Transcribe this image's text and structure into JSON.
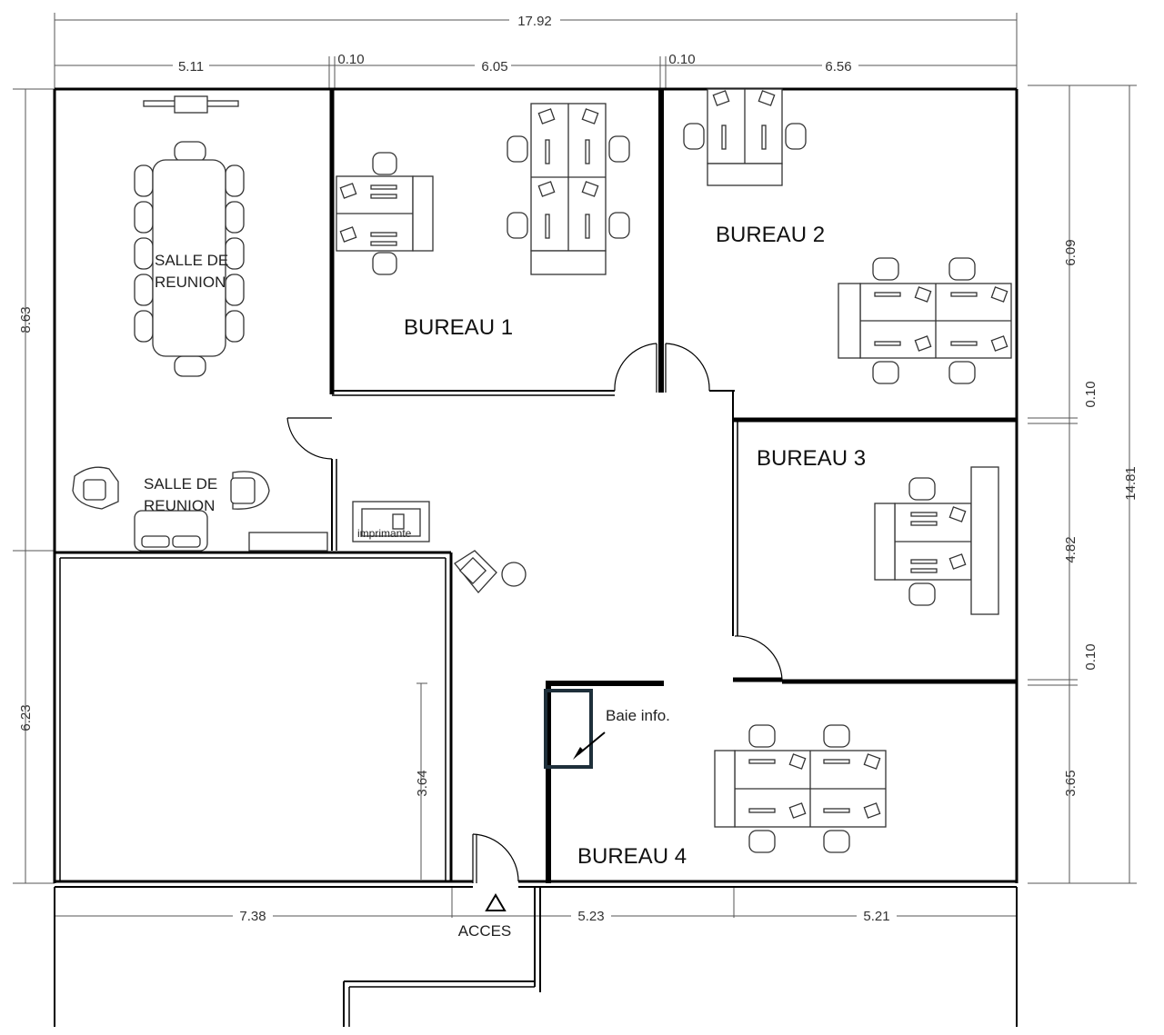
{
  "dimensions": {
    "top_total": "17.92",
    "top_segments": [
      "5.11",
      "0.10",
      "6.05",
      "0.10",
      "6.56"
    ],
    "left_segments": [
      "8.63",
      "6.23"
    ],
    "right_total": "14.81",
    "right_segments": [
      "6.09",
      "0.10",
      "4.82",
      "0.10",
      "3.65"
    ],
    "bottom_segments": [
      "7.38",
      "5.23",
      "5.21"
    ],
    "inner_vertical": "3.64"
  },
  "rooms": {
    "meeting_room_1": [
      "SALLE DE",
      "REUNION"
    ],
    "meeting_room_2": [
      "SALLE DE",
      "REUNION"
    ],
    "bureau_1": "BUREAU 1",
    "bureau_2": "BUREAU 2",
    "bureau_3": "BUREAU 3",
    "bureau_4": "BUREAU 4"
  },
  "labels": {
    "printer": "imprimante",
    "server_rack": "Baie info.",
    "access": "ACCES"
  },
  "colors": {
    "wall": "#000000",
    "line": "#333333",
    "rack": "#1e2f3a"
  }
}
